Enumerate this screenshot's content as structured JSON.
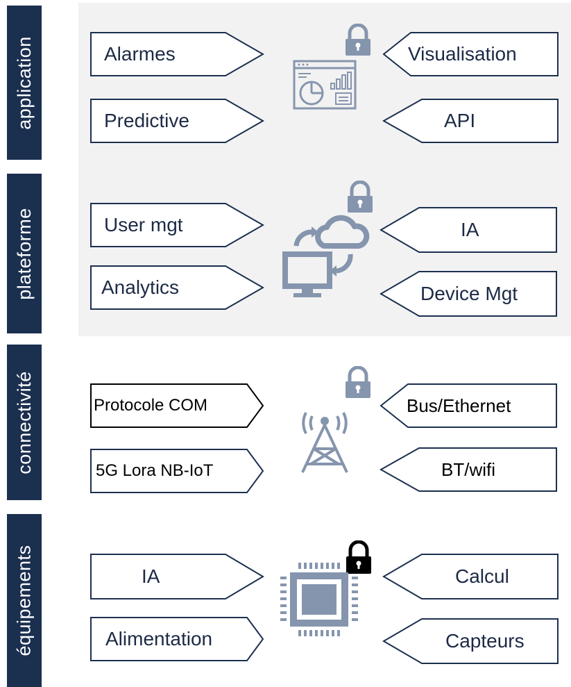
{
  "layers": [
    {
      "label": "application",
      "left": [
        "Alarmes",
        "Predictive"
      ],
      "right": [
        "Visualisation",
        "API"
      ],
      "icon": "dashboard-icon",
      "lock_icon": "padlock-icon"
    },
    {
      "label": "plateforme",
      "left": [
        "User mgt",
        "Analytics"
      ],
      "right": [
        "IA",
        "Device Mgt"
      ],
      "icon": "cloud-computer-sync-icon",
      "lock_icon": "padlock-icon"
    },
    {
      "label": "connectivité",
      "left": [
        "Protocole COM",
        "5G Lora NB-IoT"
      ],
      "right": [
        "Bus/Ethernet",
        "BT/wifi"
      ],
      "icon": "antenna-tower-icon",
      "lock_icon": "padlock-icon"
    },
    {
      "label": "équipements",
      "left": [
        "IA",
        "Alimentation"
      ],
      "right": [
        "Calcul",
        "Capteurs"
      ],
      "icon": "microchip-icon",
      "lock_icon": "padlock-black-icon"
    }
  ],
  "colors": {
    "label_bg": "#1b2f4f",
    "box_stroke": "#1b2f4f",
    "icon": "#8595ad",
    "panel_bg": "#f2f2f2",
    "lock_black": "#000000"
  }
}
